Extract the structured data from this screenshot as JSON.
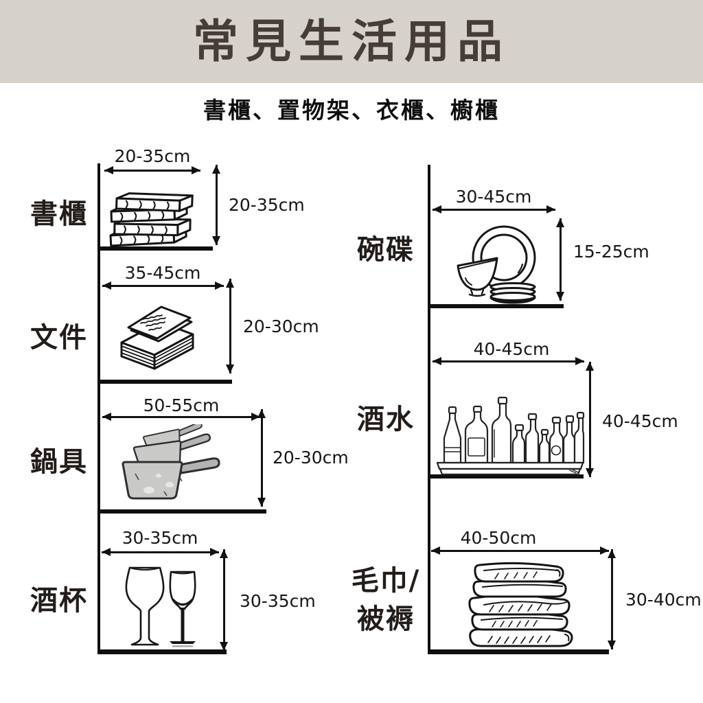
{
  "header": {
    "title": "常見生活用品",
    "subtitle": "書櫃、置物架、衣櫃、櫥櫃",
    "band_color": "#d7d1cb",
    "title_color": "#473d38",
    "subtitle_color": "#0d0d0d"
  },
  "line_color": "#0f0f0f",
  "sections": [
    {
      "id": "books",
      "label": "書櫃",
      "item_icon": "stacked-books",
      "width": "20-35cm",
      "height": "20-35cm"
    },
    {
      "id": "documents",
      "label": "文件",
      "item_icon": "paper-stack",
      "width": "35-45cm",
      "height": "20-30cm"
    },
    {
      "id": "cookware",
      "label": "鍋具",
      "item_icon": "saucepan-stack",
      "width": "50-55cm",
      "height": "20-30cm"
    },
    {
      "id": "wine-glasses",
      "label": "酒杯",
      "item_icon": "wine-glasses",
      "width": "30-35cm",
      "height": "30-35cm"
    },
    {
      "id": "dishes",
      "label": "碗碟",
      "item_icon": "plate-and-bowl",
      "width": "30-45cm",
      "height": "15-25cm"
    },
    {
      "id": "drinks",
      "label": "酒水",
      "item_icon": "bottle-row",
      "width": "40-45cm",
      "height": "40-45cm"
    },
    {
      "id": "towels",
      "label_line1": "毛巾/",
      "label_line2": "被褥",
      "item_icon": "folded-towels",
      "width": "40-50cm",
      "height": "30-40cm"
    }
  ]
}
